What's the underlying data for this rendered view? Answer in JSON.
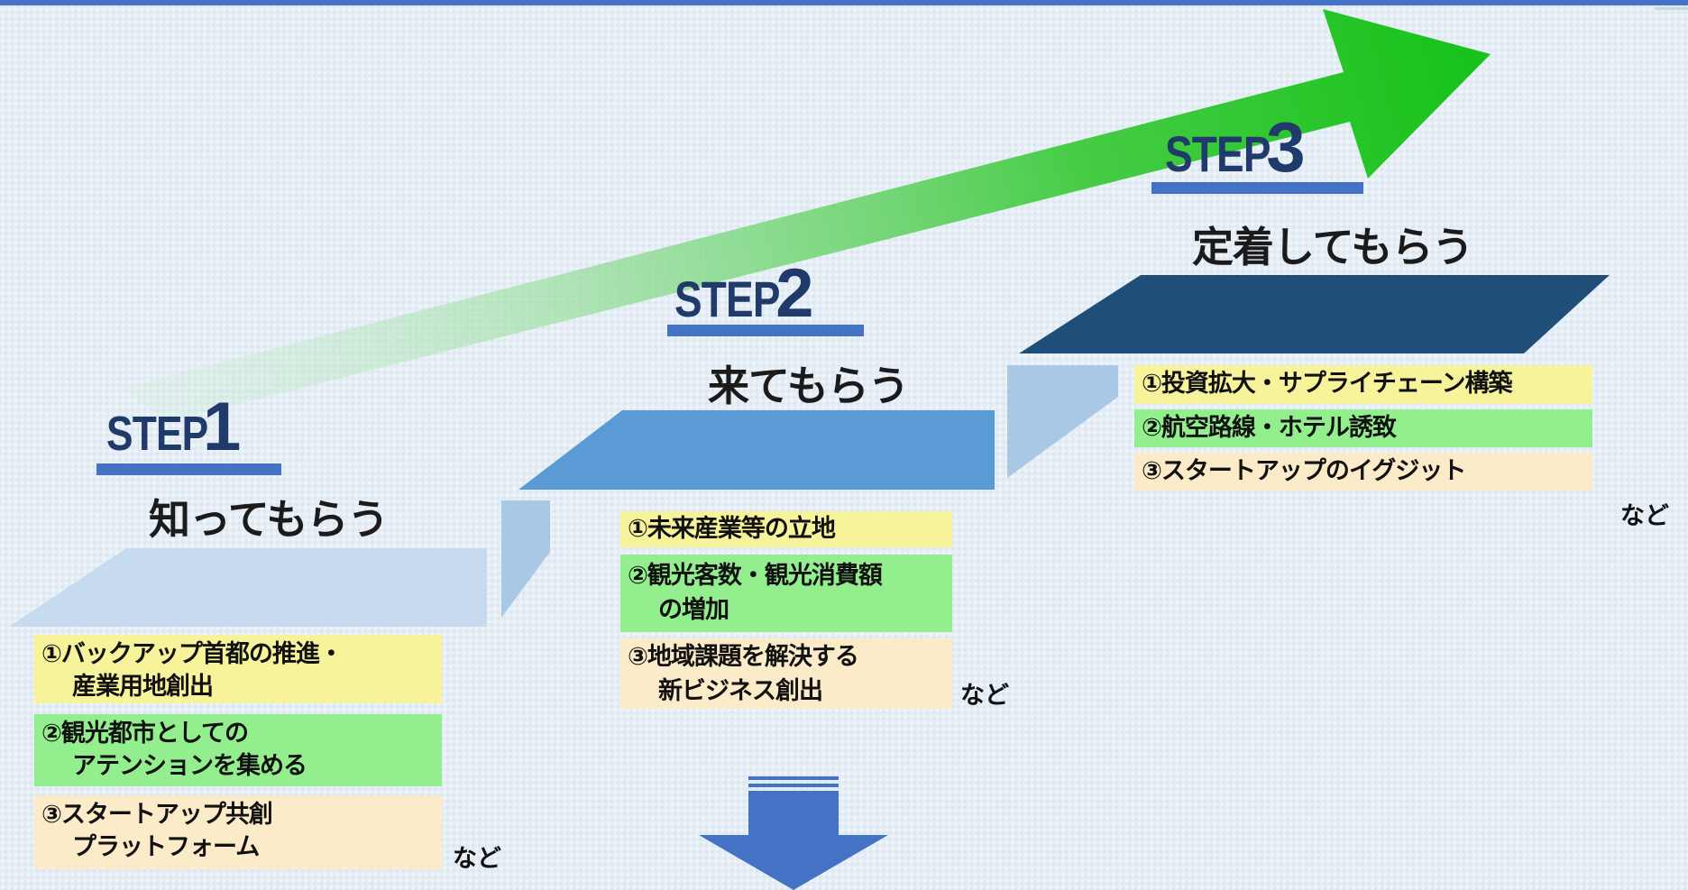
{
  "steps": [
    {
      "prefix": "STEP",
      "number": "1",
      "heading": "知ってもらう",
      "items": [
        {
          "line1": "①バックアップ首都の推進・",
          "line2": "産業用地創出",
          "color": "#f7f39a"
        },
        {
          "line1": "②観光都市としての",
          "line2": "アテンションを集める",
          "color": "#93ee8e"
        },
        {
          "line1": "③スタートアップ共創",
          "line2": "プラットフォーム",
          "color": "#fcebc8"
        }
      ],
      "etc": "など"
    },
    {
      "prefix": "STEP",
      "number": "2",
      "heading": "来てもらう",
      "items": [
        {
          "line1": "①未来産業等の立地",
          "line2": "",
          "color": "#f7f39a"
        },
        {
          "line1": "②観光客数・観光消費額",
          "line2": "の増加",
          "color": "#93ee8e"
        },
        {
          "line1": "③地域課題を解決する",
          "line2": "新ビジネス創出",
          "color": "#fcebc8"
        }
      ],
      "etc": "など"
    },
    {
      "prefix": "STEP",
      "number": "3",
      "heading": "定着してもらう",
      "items": [
        {
          "line1": "①投資拡大・サプライチェーン構築",
          "line2": "",
          "color": "#f7f39a"
        },
        {
          "line1": "②航空路線・ホテル誘致",
          "line2": "",
          "color": "#93ee8e"
        },
        {
          "line1": "③スタートアップのイグジット",
          "line2": "",
          "color": "#fcebc8"
        }
      ],
      "etc": "など"
    }
  ],
  "colors": {
    "step_text": "#1f3a6b",
    "underline": "#4472c4",
    "platform_1": "#c6dcee",
    "platform_2": "#5b9bd5",
    "platform_3": "#1f4e79",
    "riser": "#a9c8e6",
    "arrow": "#1ec21e",
    "down_arrow": "#4472c4"
  },
  "icons": {
    "growth_arrow": "upward-progress-arrow",
    "next_arrow": "down-arrow-icon"
  }
}
